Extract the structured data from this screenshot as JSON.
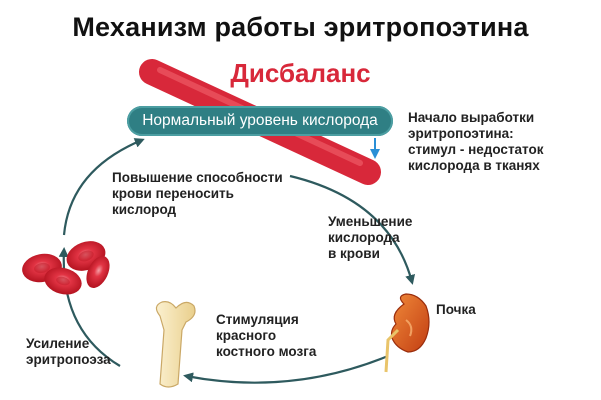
{
  "title": "Механизм работы эритропоэтина",
  "subtitle": "Дисбаланс",
  "normal_oxygen": "Нормальный уровень кислорода",
  "labels": {
    "start": [
      "Начало выработки",
      "эритропоэтина:",
      "стимул - недостаток",
      "кислорода в тканях"
    ],
    "decrease": [
      "Уменьшение",
      "кислорода",
      "в крови"
    ],
    "kidney": [
      "Почка"
    ],
    "stimulation": [
      "Стимуляция",
      "красного",
      "костного мозга"
    ],
    "erythropoiesis": [
      "Усиление",
      "эритропоэза"
    ],
    "capacity": [
      "Повышение способности",
      "крови переносить",
      "кислород"
    ]
  },
  "colors": {
    "banner": "#d8283a",
    "pill": "#2f7f84",
    "cycle_arrow": "#2e5a5e",
    "blood_cell": "#d41f2f",
    "kidney": "#d8541f",
    "bone": "#f0dca8"
  }
}
